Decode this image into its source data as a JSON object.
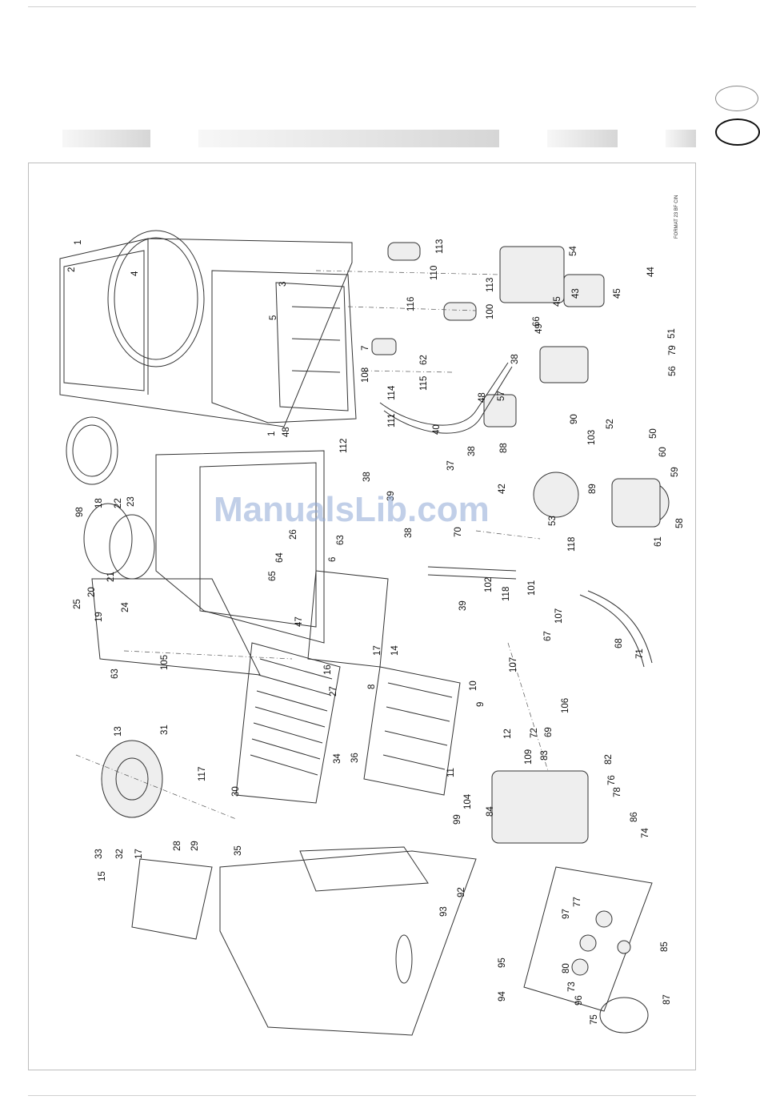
{
  "watermark": "ManualsLib.com",
  "drawing_code": "FORMAT 23 BF CIN",
  "part_labels": [
    "1",
    "2",
    "4",
    "3",
    "5",
    "1",
    "48",
    "113",
    "110",
    "113",
    "116",
    "100",
    "7",
    "62",
    "108",
    "114",
    "115",
    "111",
    "112",
    "38",
    "39",
    "54",
    "66",
    "45",
    "43",
    "45",
    "44",
    "51",
    "79",
    "56",
    "49",
    "38",
    "57",
    "40",
    "48",
    "90",
    "103",
    "52",
    "50",
    "88",
    "37",
    "38",
    "42",
    "53",
    "89",
    "60",
    "59",
    "58",
    "61",
    "38",
    "70",
    "118",
    "102",
    "118",
    "101",
    "39",
    "107",
    "67",
    "68",
    "71",
    "107",
    "106",
    "25",
    "24",
    "98",
    "18",
    "22",
    "23",
    "26",
    "63",
    "6",
    "64",
    "65",
    "21",
    "20",
    "19",
    "47",
    "63",
    "105",
    "14",
    "17",
    "16",
    "27",
    "8",
    "10",
    "9",
    "13",
    "31",
    "12",
    "72",
    "69",
    "109",
    "83",
    "82",
    "76",
    "33",
    "32",
    "17",
    "117",
    "28",
    "29",
    "30",
    "34",
    "36",
    "35",
    "11",
    "104",
    "84",
    "99",
    "86",
    "74",
    "78",
    "15",
    "92",
    "93",
    "77",
    "97",
    "80",
    "95",
    "94",
    "73",
    "96",
    "75",
    "85",
    "87"
  ]
}
